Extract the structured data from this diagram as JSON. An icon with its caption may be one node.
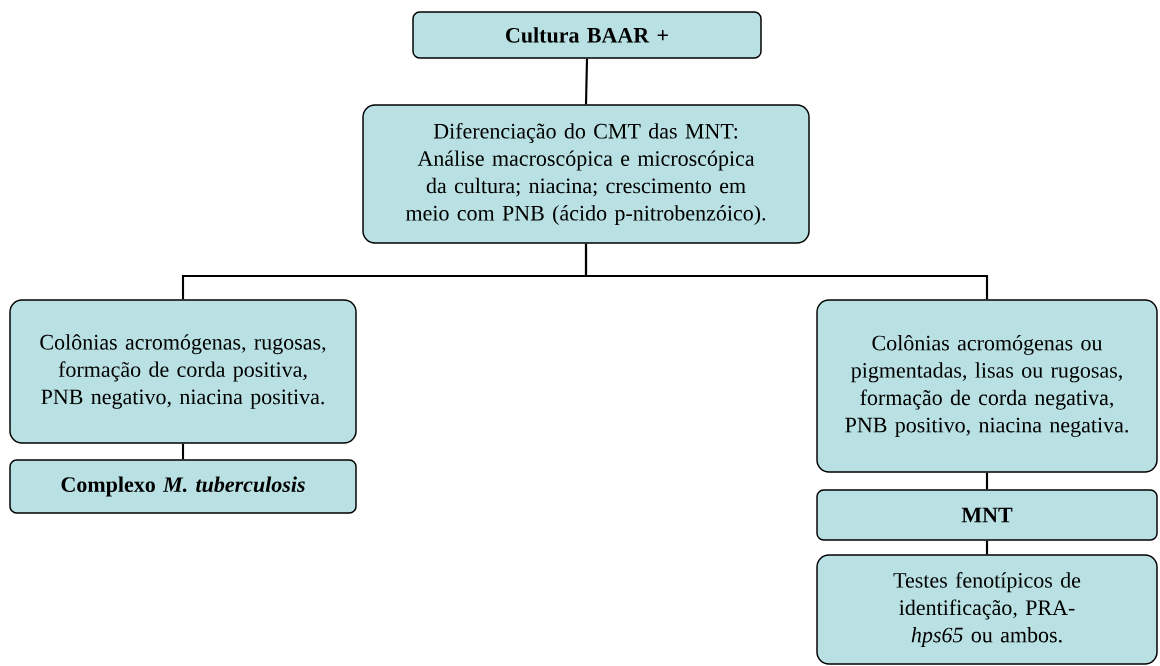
{
  "diagram": {
    "nodes": [
      {
        "text": [
          "Cultura BAAR +"
        ]
      },
      {
        "text": [
          "Diferenciação do CMT das MNT: Análise macroscópica e microscópica da cultura; niacina; crescimento em meio com PNB (ácido p-nitrobenzóico)."
        ]
      },
      {
        "text": [
          "Colônias acromógenas, rugosas, formação de corda positiva, PNB negativo, niacina positiva."
        ]
      },
      {
        "text": [
          "Complexo *M. tuberculosis*"
        ]
      },
      {
        "text": [
          "Colônias acromógenas ou pigmentadas, lisas ou rugosas, formação de corda negativa, PNB positivo, niacina negativa."
        ]
      },
      {
        "text": [
          "MNT"
        ]
      },
      {
        "text": [
          "Testes fenotípicos de identificação, PRA-*hps65* ou ambos."
        ]
      }
    ],
    "edges": [
      {
        "from": 0,
        "to": 1,
        "arrow": "none"
      },
      {
        "from": 1,
        "to": 2,
        "arrow": "none"
      },
      {
        "from": 1,
        "to": 4,
        "arrow": "none"
      },
      {
        "from": 2,
        "to": 3,
        "arrow": "none"
      },
      {
        "from": 4,
        "to": 5,
        "arrow": "none"
      },
      {
        "from": 5,
        "to": 6,
        "arrow": "none"
      }
    ]
  }
}
